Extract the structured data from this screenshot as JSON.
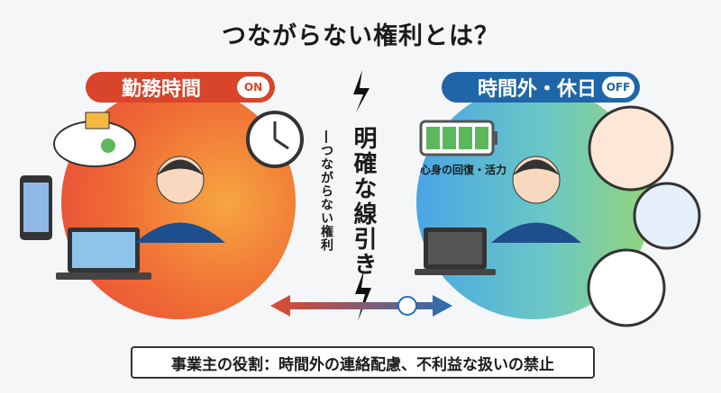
{
  "title": "つながらない権利とは？",
  "left": {
    "label": "勤務時間",
    "badge": "ON",
    "color": "#d8452b"
  },
  "right": {
    "label": "時間外・休日",
    "badge": "OFF",
    "color": "#1f66a8",
    "battery_label": "心身の回復・活力"
  },
  "center": {
    "main": "明確な線引き",
    "sub": "―つながらない権利"
  },
  "footer": "事業主の役割：時間外の連絡配慮、不利益な扱いの禁止"
}
